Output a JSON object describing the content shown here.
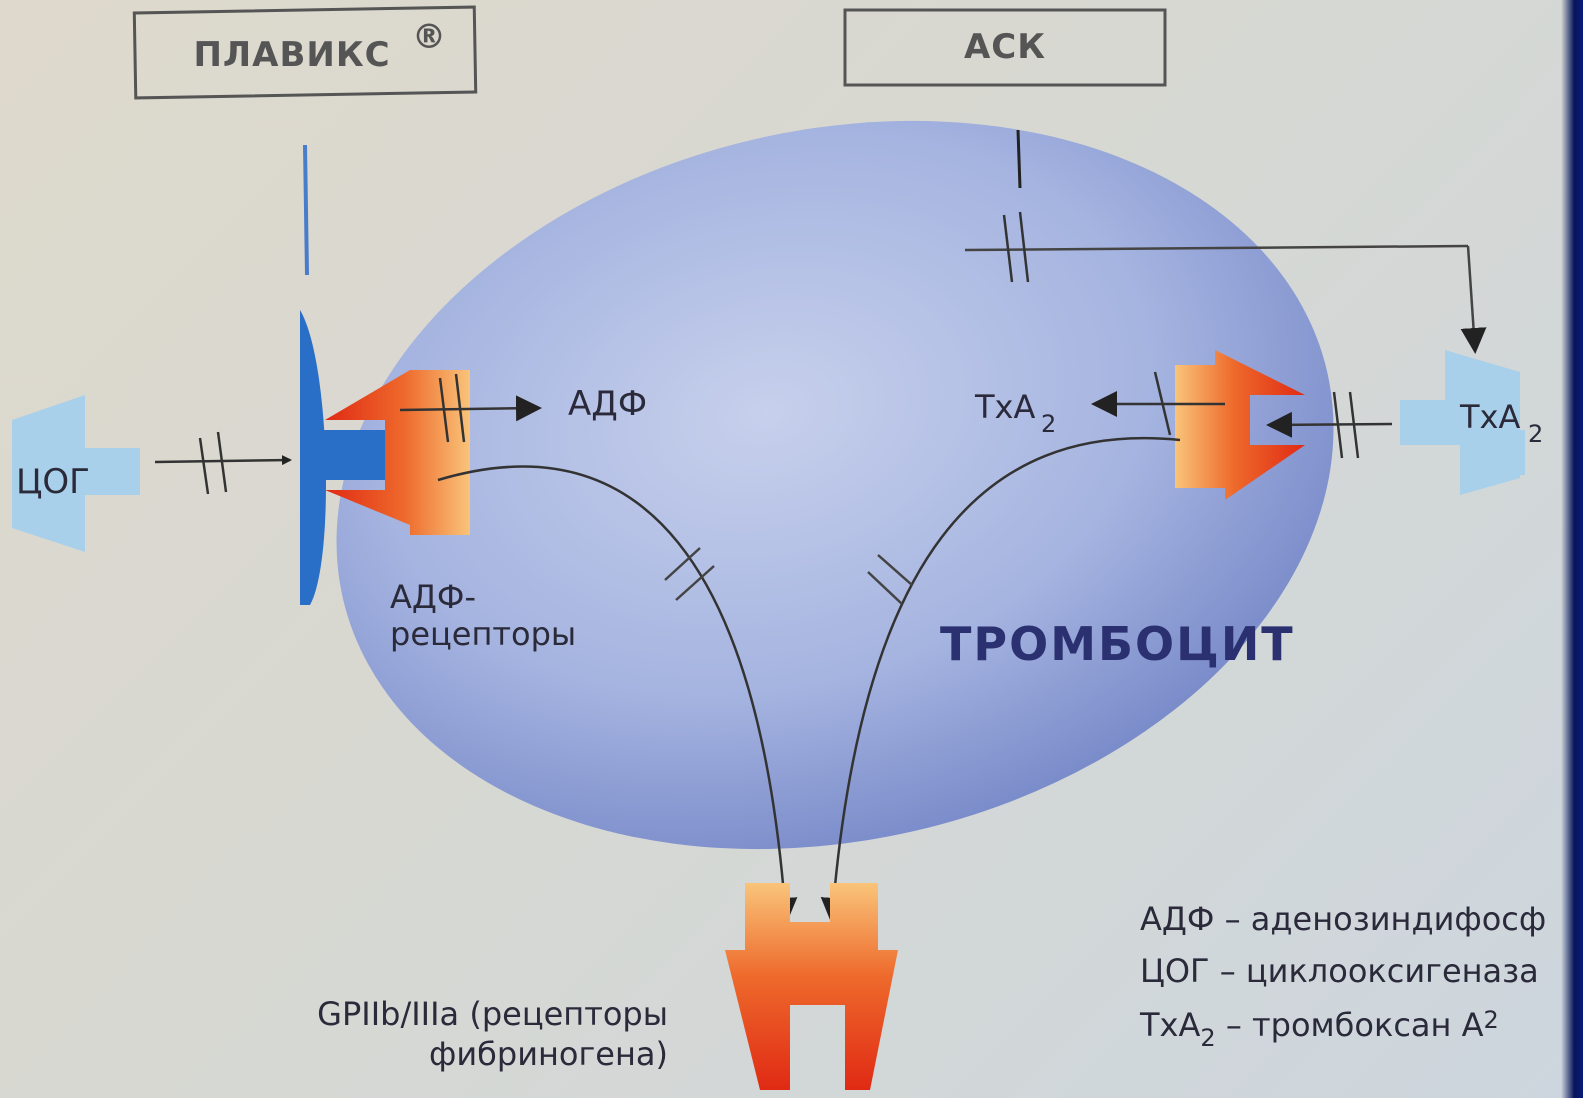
{
  "drugs": {
    "left": "ПЛАВИКС",
    "left_mark": "®",
    "right": "АСК"
  },
  "cell_label": "ТРОМБОЦИТ",
  "labels": {
    "cog": "ЦОГ",
    "adf": "АДФ",
    "adf_receptors_1": "АДФ-",
    "adf_receptors_2": "рецепторы",
    "txa2_inner": "TxA",
    "txa2_inner_sub": "2",
    "txa2_outer": "TxA",
    "txa2_outer_sub": "2",
    "gp_1": "GPIIb/IIIa (рецепторы",
    "gp_2": "фибриногена)"
  },
  "legend": [
    {
      "term": "АДФ",
      "sub": "",
      "desc": " – аденозиндифосф"
    },
    {
      "term": "ЦОГ",
      "sub": "",
      "desc": " – циклооксигеназа"
    },
    {
      "term": "TxA",
      "sub": "2",
      "desc": " – тромбоксан A",
      "desc_sub": "2"
    }
  ],
  "colors": {
    "cell": "#8fa2d6",
    "receptor_red": "#e23a1c",
    "receptor_orange": "#f7b25a",
    "light_blue": "#a9d0ea",
    "clopidogrel_blue": "#2a6fc7",
    "title_navy": "#2b3170"
  }
}
